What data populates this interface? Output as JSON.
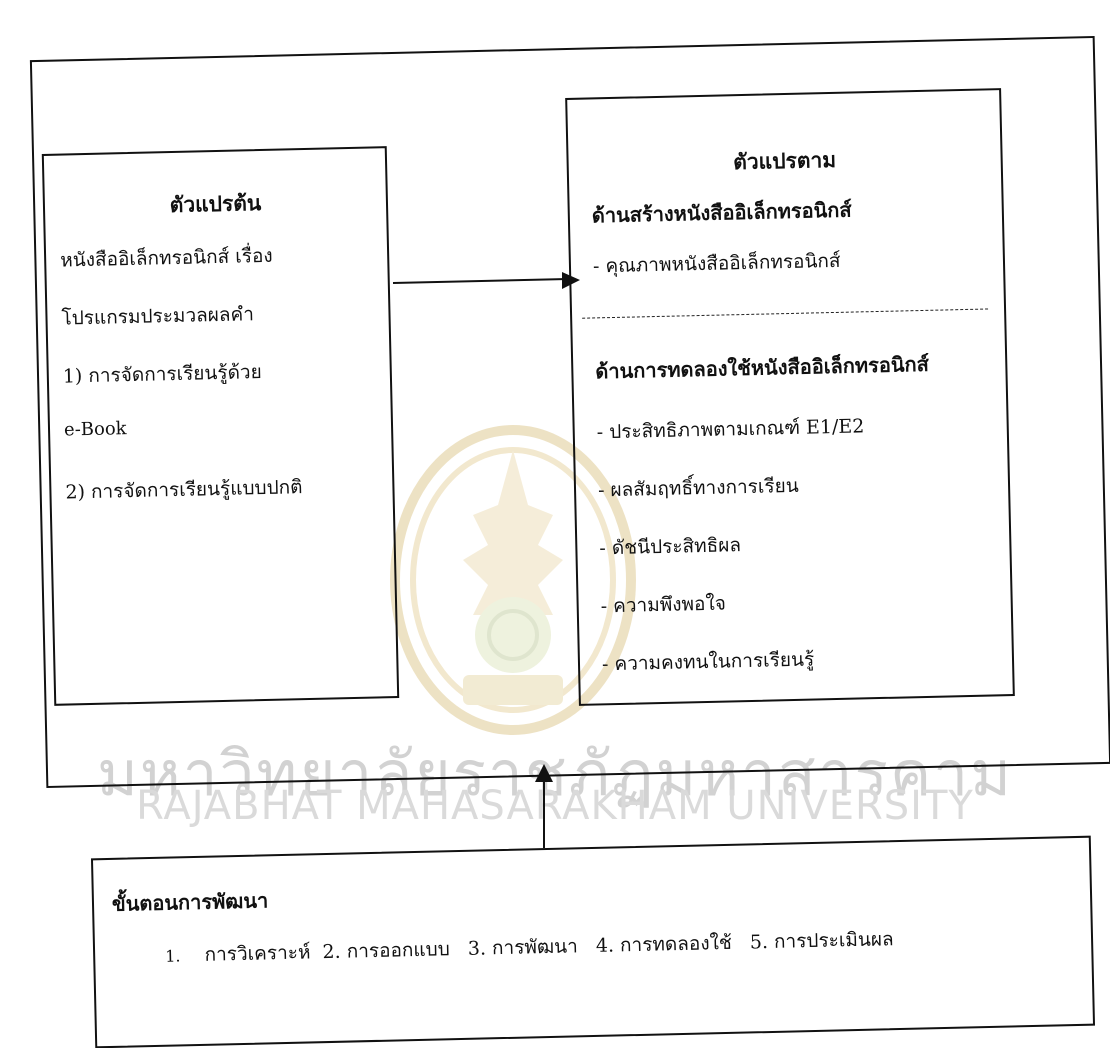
{
  "independent": {
    "title": "ตัวแปรต้น",
    "lines": [
      "หนังสืออิเล็กทรอนิกส์ เรื่อง",
      "โปรแกรมประมวลผลคำ",
      "1)  การจัดการเรียนรู้ด้วย",
      "e-Book",
      "2)  การจัดการเรียนรู้แบบปกติ"
    ]
  },
  "dependent": {
    "title": "ตัวแปรตาม",
    "section1_heading": "ด้านสร้างหนังสืออิเล็กทรอนิกส์",
    "section1_items": [
      "- คุณภาพหนังสืออิเล็กทรอนิกส์"
    ],
    "section2_heading": "ด้านการทดลองใช้หนังสืออิเล็กทรอนิกส์",
    "section2_items": [
      "- ประสิทธิภาพตามเกณฑ์ E1/E2",
      "- ผลสัมฤทธิ์ทางการเรียน",
      "- ดัชนีประสิทธิผล",
      "- ความพึงพอใจ",
      "- ความคงทนในการเรียนรู้"
    ]
  },
  "steps_box": {
    "title": "ขั้นตอนการพัฒนา",
    "steps": [
      "1.",
      "การวิเคราะห์",
      "2. การออกแบบ",
      "3. การพัฒนา",
      "4. การทดลองใช้",
      "5. การประเมินผล"
    ]
  },
  "watermark": {
    "thai": "มหาวิทยาลัยราชภัฏมหาสารคาม",
    "english": "RAJABHAT MAHASARAKHAM UNIVERSITY"
  }
}
